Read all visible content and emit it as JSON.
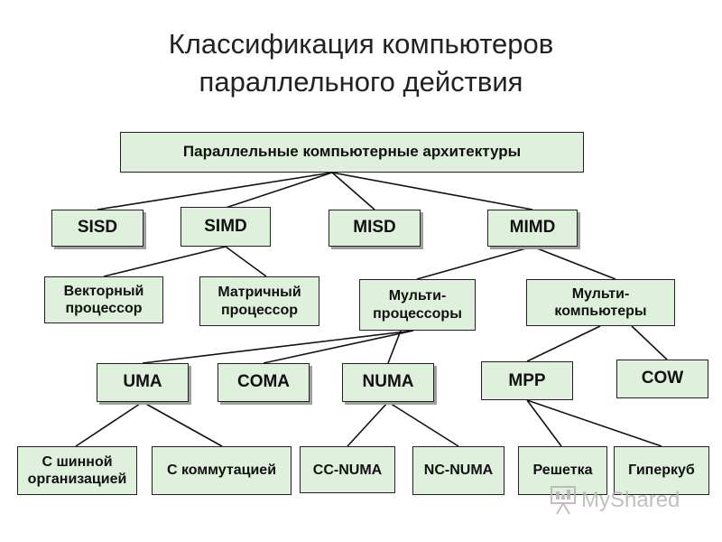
{
  "title": {
    "line1": "Классификация компьютеров",
    "line2": "параллельного действия"
  },
  "nodes": {
    "root": "Параллельные компьютерные архитектуры",
    "sisd": "SISD",
    "simd": "SIMD",
    "misd": "MISD",
    "mimd": "MIMD",
    "vector": "Векторный\nпроцессор",
    "matrix": "Матричный\nпроцессор",
    "multiproc": "Мульти-\nпроцессоры",
    "multicomp": "Мульти-\nкомпьютеры",
    "uma": "UMA",
    "coma": "COMA",
    "numa": "NUMA",
    "mpp": "MPP",
    "cow": "COW",
    "bus": "С шинной\nорганизацией",
    "switch": "С коммутацией",
    "ccnuma": "CC-NUMA",
    "ncnuma": "NC-NUMA",
    "grid": "Решетка",
    "hypercube": "Гиперкуб"
  },
  "watermark": {
    "text": "MyShared",
    "icon": "presentation-board-icon"
  }
}
